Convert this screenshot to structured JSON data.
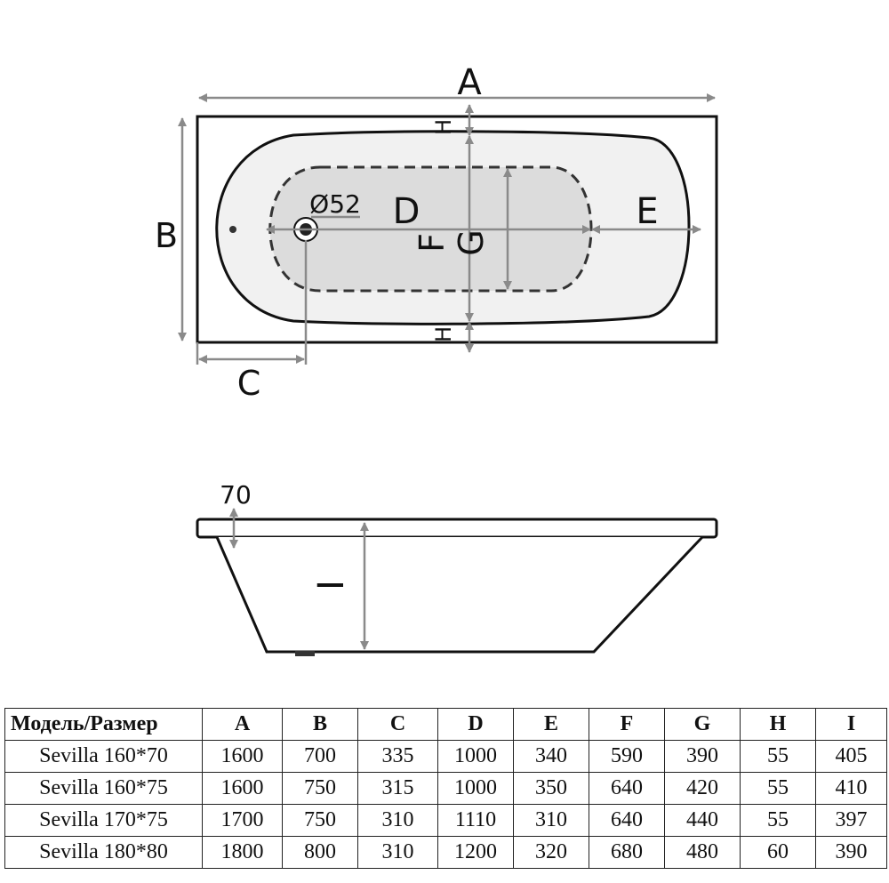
{
  "labels": {
    "A": "A",
    "B": "B",
    "C": "C",
    "D": "D",
    "E": "E",
    "F": "F",
    "G": "G",
    "H": "H",
    "I": "I",
    "drain": "Ø52",
    "rim": "70"
  },
  "table": {
    "headers": [
      "Модель/Размер",
      "A",
      "B",
      "C",
      "D",
      "E",
      "F",
      "G",
      "H",
      "I"
    ],
    "rows": [
      [
        "Sevilla 160*70",
        "1600",
        "700",
        "335",
        "1000",
        "340",
        "590",
        "390",
        "55",
        "405"
      ],
      [
        "Sevilla 160*75",
        "1600",
        "750",
        "315",
        "1000",
        "350",
        "640",
        "420",
        "55",
        "410"
      ],
      [
        "Sevilla 170*75",
        "1700",
        "750",
        "310",
        "1110",
        "310",
        "640",
        "440",
        "55",
        "397"
      ],
      [
        "Sevilla 180*80",
        "1800",
        "800",
        "310",
        "1200",
        "320",
        "680",
        "480",
        "60",
        "390"
      ]
    ]
  },
  "colors": {
    "outline": "#111111",
    "dimension": "#8a8a8a",
    "basin_fill": "#f1f1f1",
    "bottom_fill": "#dcdcdc"
  }
}
